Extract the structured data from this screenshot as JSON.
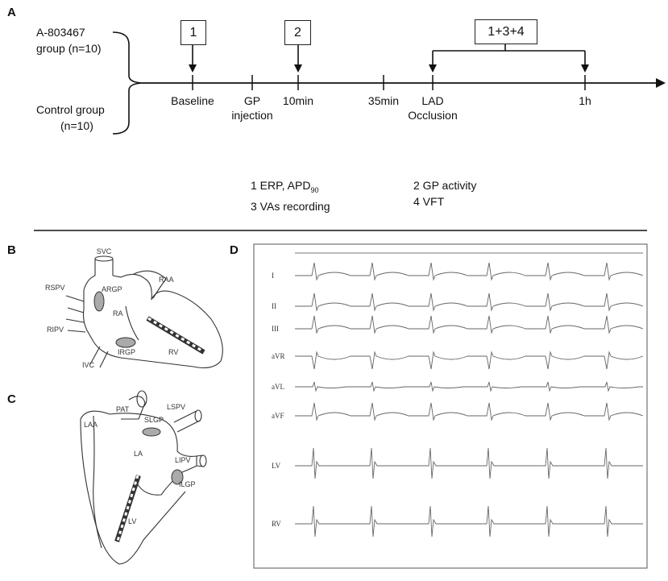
{
  "panels": {
    "a": "A",
    "b": "B",
    "c": "C",
    "d": "D"
  },
  "groups": {
    "treated_line1": "A-803467",
    "treated_line2": "group (n=10)",
    "control_line1": "Control group",
    "control_line2": "(n=10)"
  },
  "timeline": {
    "points": [
      {
        "label": "Baseline",
        "label2": ""
      },
      {
        "label": "GP",
        "label2": "injection"
      },
      {
        "label": "10min",
        "label2": ""
      },
      {
        "label": "35min",
        "label2": ""
      },
      {
        "label": "LAD",
        "label2": "Occlusion"
      },
      {
        "label": "1h",
        "label2": ""
      }
    ],
    "boxes": [
      "1",
      "2",
      "1+3+4"
    ]
  },
  "legend": {
    "item1": "1 ERP, APD",
    "item1_sub": "90",
    "item2": "2 GP activity",
    "item3": "3 VAs recording",
    "item4": "4  VFT"
  },
  "right_heart": {
    "labels": [
      "SVC",
      "RAA",
      "RSPV",
      "ARGP",
      "RA",
      "RIPV",
      "IRGP",
      "RV",
      "IVC"
    ]
  },
  "left_heart": {
    "labels": [
      "PAT",
      "LSPV",
      "LAA",
      "SLGP",
      "LA",
      "LIPV",
      "ILGP",
      "LV"
    ]
  },
  "ecg": {
    "leads": [
      "I",
      "II",
      "III",
      "aVR",
      "aVL",
      "aVF",
      "LV",
      "RV"
    ]
  }
}
